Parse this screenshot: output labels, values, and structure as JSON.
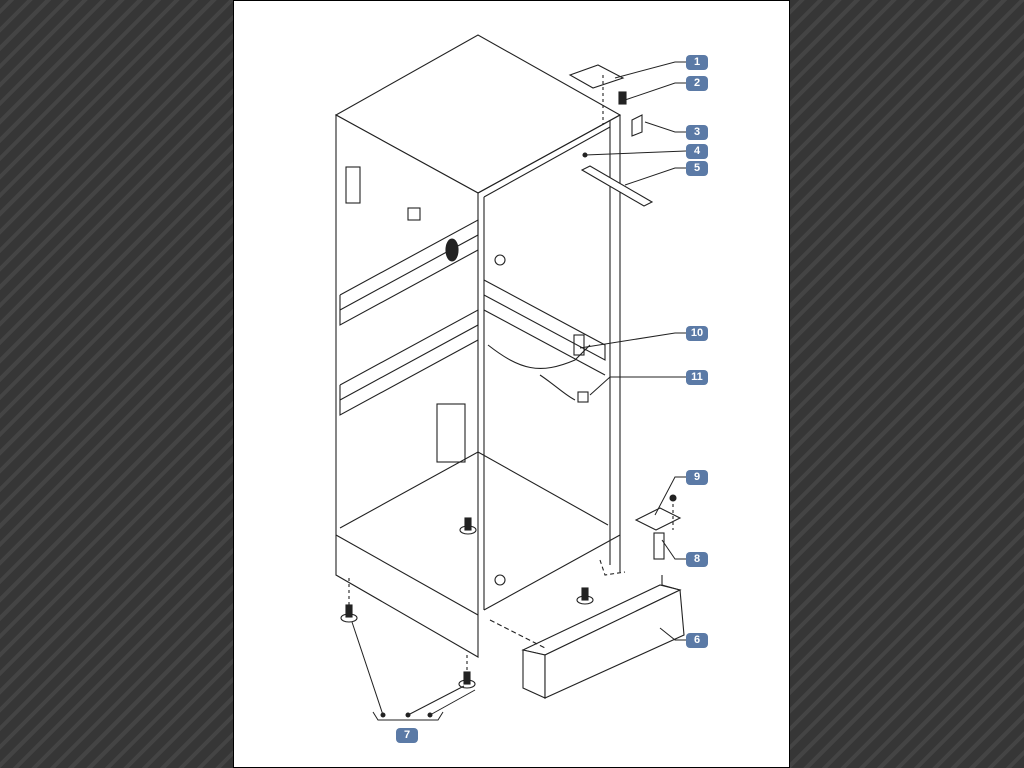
{
  "callouts": [
    {
      "id": "c1",
      "label": "1"
    },
    {
      "id": "c2",
      "label": "2"
    },
    {
      "id": "c3",
      "label": "3"
    },
    {
      "id": "c4",
      "label": "4"
    },
    {
      "id": "c5",
      "label": "5"
    },
    {
      "id": "c10",
      "label": "10"
    },
    {
      "id": "c11",
      "label": "11"
    },
    {
      "id": "c9",
      "label": "9"
    },
    {
      "id": "c8",
      "label": "8"
    },
    {
      "id": "c6",
      "label": "6"
    },
    {
      "id": "c7",
      "label": "7"
    }
  ],
  "colors": {
    "callout": "#5b7aa6",
    "background": "#383838"
  }
}
